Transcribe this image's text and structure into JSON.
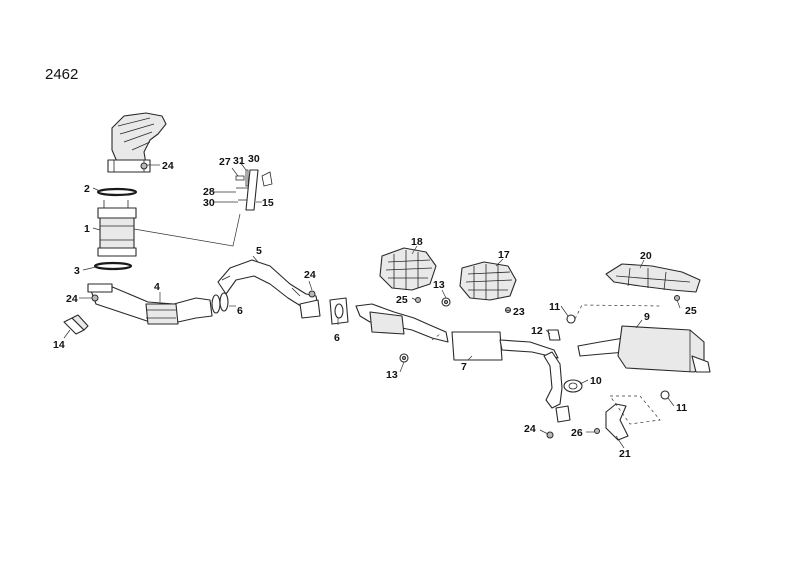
{
  "page_number": "2462",
  "callouts": {
    "c1": "1",
    "c2": "2",
    "c3": "3",
    "c4": "4",
    "c5": "5",
    "c6a": "6",
    "c6b": "6",
    "c7": "7",
    "c9": "9",
    "c10": "10",
    "c11a": "11",
    "c11b": "11",
    "c12": "12",
    "c13a": "13",
    "c13b": "13",
    "c14": "14",
    "c15": "15",
    "c17": "17",
    "c18": "18",
    "c20": "20",
    "c21": "21",
    "c23": "23",
    "c24a": "24",
    "c24b": "24",
    "c24c": "24",
    "c24d": "24",
    "c25a": "25",
    "c25b": "25",
    "c26": "26",
    "c27": "27",
    "c28": "28",
    "c30a": "30",
    "c30b": "30",
    "c31": "31"
  }
}
